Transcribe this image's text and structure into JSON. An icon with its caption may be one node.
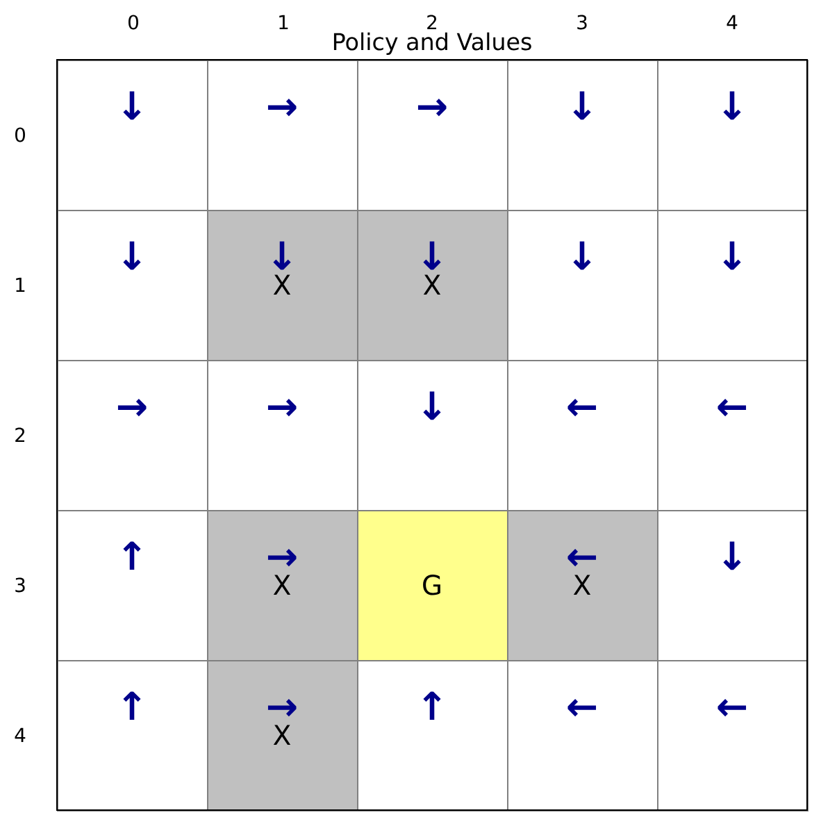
{
  "diagram": {
    "title": "Policy and Values",
    "nodes": [
      {
        "text": [
          "↓"
        ]
      },
      {
        "text": [
          "→"
        ]
      },
      {
        "text": [
          "→"
        ]
      },
      {
        "text": [
          "↓"
        ]
      },
      {
        "text": [
          "↓"
        ]
      },
      {
        "text": [
          "↓"
        ]
      },
      {
        "text": [
          "↓",
          "X"
        ]
      },
      {
        "text": [
          "↓",
          "X"
        ]
      },
      {
        "text": [
          "↓"
        ]
      },
      {
        "text": [
          "↓"
        ]
      },
      {
        "text": [
          "→"
        ]
      },
      {
        "text": [
          "→"
        ]
      },
      {
        "text": [
          "↓"
        ]
      },
      {
        "text": [
          "←"
        ]
      },
      {
        "text": [
          "←"
        ]
      },
      {
        "text": [
          "↑"
        ]
      },
      {
        "text": [
          "→",
          "X"
        ]
      },
      {
        "text": [
          "G"
        ]
      },
      {
        "text": [
          "←",
          "X"
        ]
      },
      {
        "text": [
          "↓"
        ]
      },
      {
        "text": [
          "↑"
        ]
      },
      {
        "text": [
          "→",
          "X"
        ]
      },
      {
        "text": [
          "↑"
        ]
      },
      {
        "text": [
          "←"
        ]
      },
      {
        "text": [
          "←"
        ]
      }
    ],
    "labels": [
      "0",
      "1",
      "2",
      "3",
      "4",
      "0",
      "1",
      "2",
      "3",
      "4"
    ]
  }
}
